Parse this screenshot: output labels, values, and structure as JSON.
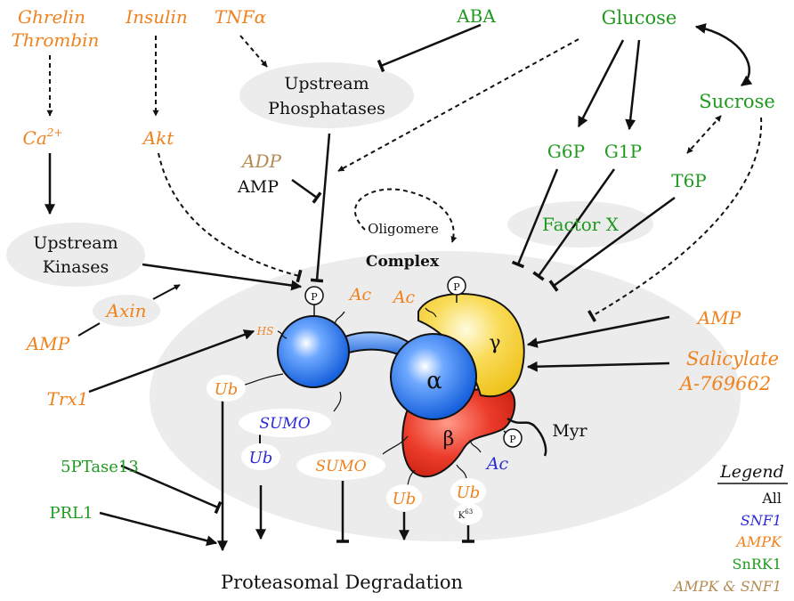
{
  "colors": {
    "black": "#111111",
    "snf1": "#2a2ad6",
    "ampk": "#f0821e",
    "snrk1": "#1f9a1f",
    "ampk_snf1": "#b38a52",
    "blob": "#ececec",
    "alpha_blue": "#1f6fe0",
    "gamma_yellow": "#f7d23a",
    "beta_red": "#e83226"
  },
  "labels": {
    "ghrelin": "Ghrelin",
    "thrombin": "Thrombin",
    "insulin": "Insulin",
    "tnfa": "TNFα",
    "aba": "ABA",
    "glucose": "Glucose",
    "sucrose": "Sucrose",
    "upstream_phosphatases_1": "Upstream",
    "upstream_phosphatases_2": "Phosphatases",
    "ca2": "Ca",
    "ca2_sup": "2+",
    "akt": "Akt",
    "adp": "ADP",
    "amp_mid": "AMP",
    "g6p": "G6P",
    "g1p": "G1P",
    "t6p": "T6P",
    "factor_x": "Factor X",
    "upstream_kinases_1": "Upstream",
    "upstream_kinases_2": "Kinases",
    "oligomere": "Oligomere",
    "complex": "Complex",
    "axin": "Axin",
    "amp_left": "AMP",
    "trx1": "Trx1",
    "amp_right": "AMP",
    "salicylate": "Salicylate",
    "a769662": "A-769662",
    "ptase": "5PTase13",
    "prl1": "PRL1",
    "proteasomal": "Proteasomal Degradation",
    "alpha": "α",
    "beta": "β",
    "gamma": "γ",
    "myr": "Myr",
    "p": "P",
    "ac": "Ac",
    "hs": "HS",
    "ub": "Ub",
    "sumo": "SUMO",
    "k63": "K",
    "k63_sup": "63"
  },
  "legend": {
    "title": "Legend",
    "all": "All",
    "snf1": "SNF1",
    "ampk": "AMPK",
    "snrk1": "SnRK1",
    "ampk_snf1": "AMPK & SNF1"
  }
}
